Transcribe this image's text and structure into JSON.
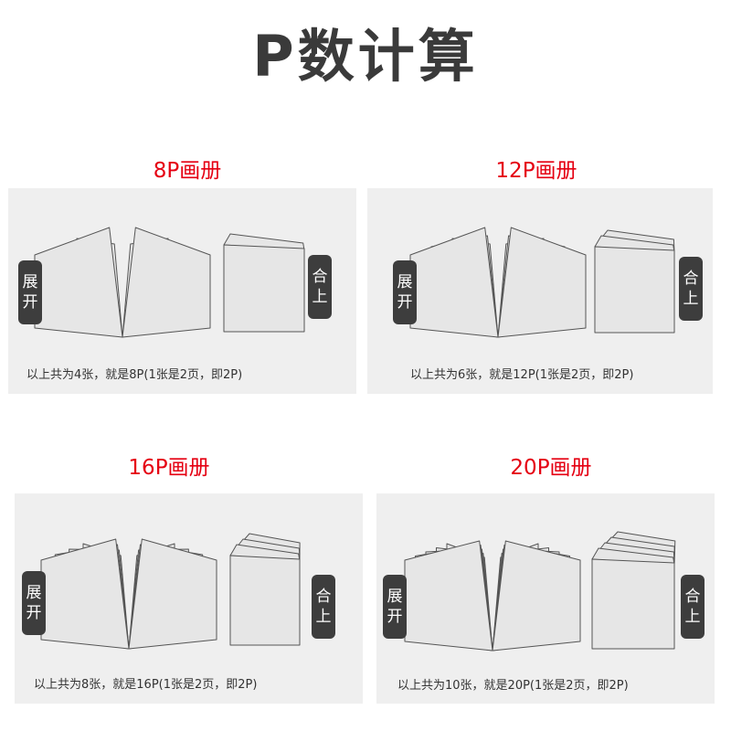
{
  "title": "P数计算",
  "labels": {
    "unfold": [
      "展",
      "开"
    ],
    "closed": [
      "合",
      "上"
    ]
  },
  "colors": {
    "heading": "#e50012",
    "title": "#3a3a3a",
    "page_fill": "#e6e6e6",
    "page_stroke": "#555555"
  },
  "panels": [
    {
      "heading": "8P画册",
      "caption": "以上共为4张，就是8P(1张是2页，即2P)",
      "sheets": 4
    },
    {
      "heading": "12P画册",
      "caption": "以上共为6张，就是12P(1张是2页，即2P)",
      "sheets": 6
    },
    {
      "heading": "16P画册",
      "caption": "以上共为8张，就是16P(1张是2页，即2P)",
      "sheets": 8
    },
    {
      "heading": "20P画册",
      "caption": "以上共为10张，就是20P(1张是2页，即2P)",
      "sheets": 10
    }
  ]
}
